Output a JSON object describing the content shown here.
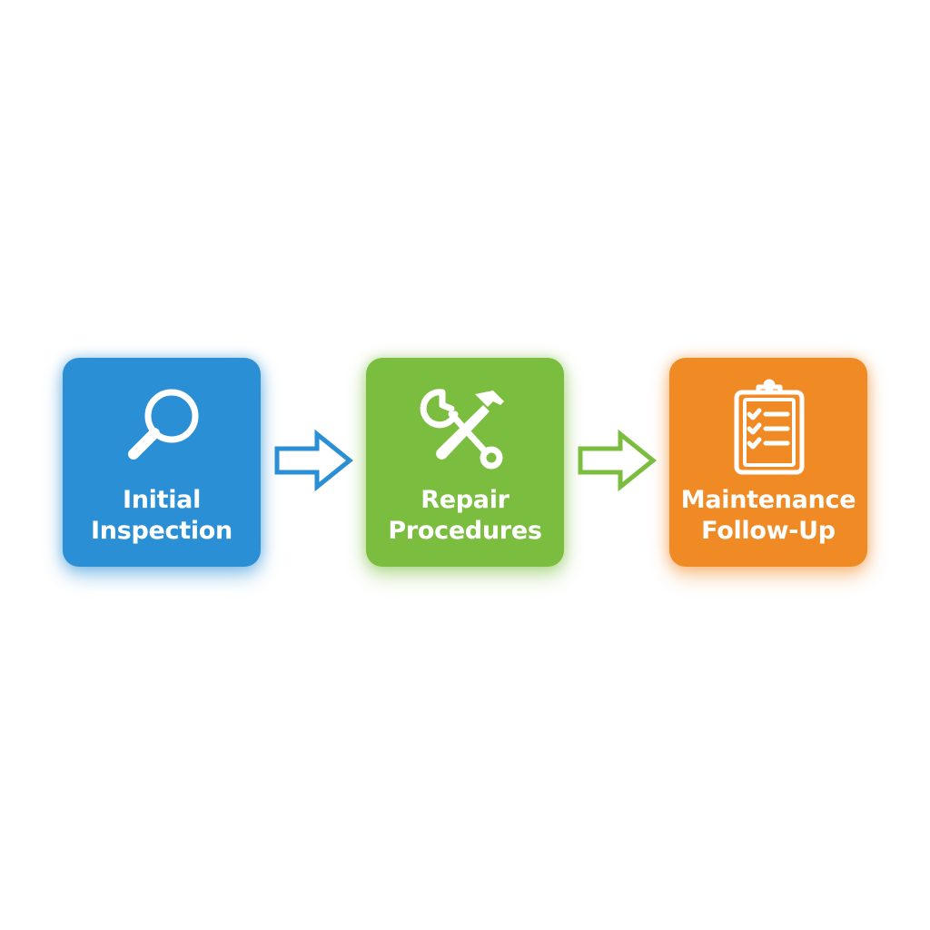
{
  "steps": [
    {
      "label_line1": "Initial",
      "label_line2": "Inspection",
      "icon": "magnifying-glass-icon",
      "color": "#2a8fd4",
      "glow": "rgba(42,143,212,0.45)"
    },
    {
      "label_line1": "Repair",
      "label_line2": "Procedures",
      "icon": "wrench-and-hammer-icon",
      "color": "#7bbd3f",
      "glow": "rgba(123,189,63,0.45)"
    },
    {
      "label_line1": "Maintenance",
      "label_line2": "Follow-Up",
      "icon": "clipboard-checklist-icon",
      "color": "#f08a24",
      "glow": "rgba(240,138,36,0.45)"
    }
  ],
  "arrows": [
    {
      "icon": "right-arrow-icon",
      "color": "#2a8fd4"
    },
    {
      "icon": "right-arrow-icon",
      "color": "#7bbd3f"
    }
  ]
}
